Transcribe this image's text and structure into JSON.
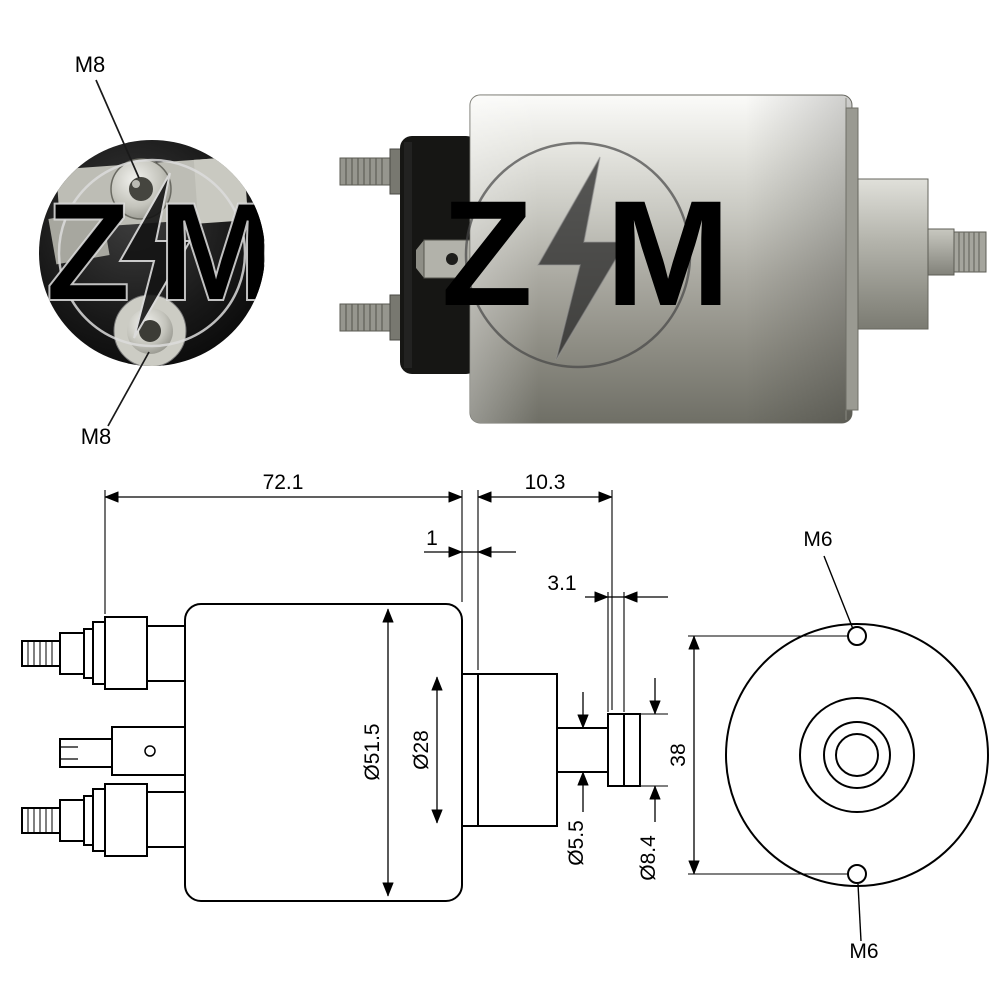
{
  "brand_watermark": {
    "letter_left": "Z",
    "letter_right": "M"
  },
  "end_view_photo": {
    "top_terminal_label": "M8",
    "bottom_terminal_label": "M8"
  },
  "dimension_drawing": {
    "body_length": "72.1",
    "front_section_length": "10.3",
    "flange_thickness": "1",
    "tip_collar_thickness": "3.1",
    "body_diameter": "Ø51.5",
    "nose_diameter": "Ø28",
    "shaft_diameter": "Ø5.5",
    "tip_diameter": "Ø8.4",
    "mounting_hole_spacing": "38",
    "mounting_hole_top_label": "M6",
    "mounting_hole_bottom_label": "M6"
  }
}
